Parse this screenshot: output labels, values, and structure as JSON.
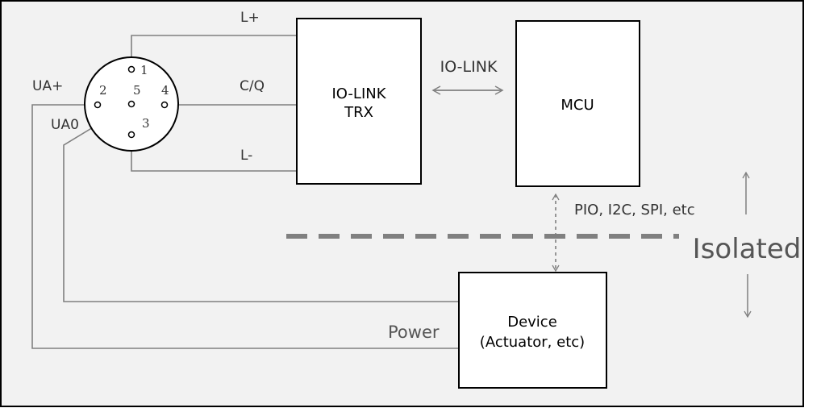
{
  "labels": {
    "l_plus": "L+",
    "cq": "C/Q",
    "l_minus": "L-",
    "ua_plus": "UA+",
    "ua0": "UA0",
    "io_link": "IO-LINK",
    "pio": "PIO, I2C, SPI, etc",
    "isolated": "Isolated",
    "power": "Power"
  },
  "connector": {
    "pins": [
      "1",
      "2",
      "3",
      "4",
      "5"
    ]
  },
  "boxes": {
    "trx_line1": "IO-LINK",
    "trx_line2": "TRX",
    "mcu": "MCU",
    "device_line1": "Device",
    "device_line2": "(Actuator, etc)"
  },
  "colors": {
    "background_panel": "#f2f2f2",
    "wire": "#808080",
    "box_border": "#000000",
    "dashed_isolation": "#808080"
  }
}
